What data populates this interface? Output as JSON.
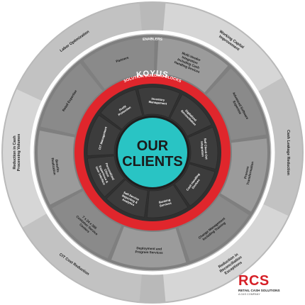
{
  "center": {
    "line1": "OUR",
    "line2": "CLIENTS"
  },
  "koyus_label": "KOYUS",
  "solution_label": "SOLUTION BUILDING BLOCKS",
  "enablers_label": "ENABLERS",
  "solution_blocks": [
    "Inventory Management",
    "Digitalized Reconciliation",
    "Self Check-Out Integration",
    "Cash Handling Devices",
    "Banking Services",
    "Self-Service Reporting & Analytics",
    "Personalized Client Experience & User Interface",
    "CIT Management",
    "Profit Protection"
  ],
  "enablers": [
    "Partners",
    "Multi-Vendor Integration Including Cash Handling Devices",
    "Advanced Software Expertise",
    "Process Transformation",
    "Change Management Including Training",
    "Deployment and Program Services",
    "7 x 24 x 365 Customer Service Centers",
    "Benefits Realization",
    "Retail Expertise"
  ],
  "outcomes": [
    "Working Capital Improvement",
    "Cash Leakage Reduction",
    "Reduction in Reconciliation Exceptions",
    "CIT Cost Reduction",
    "Reduction in Cash Processing Volumes",
    "Labor Optimization"
  ],
  "logo": {
    "mark": "RCS",
    "line1": "RETAIL CASH SOLUTIONS",
    "line2": "A G4S COMPANY"
  },
  "colors": {
    "center": "#29c4c4",
    "inner_ring": "#303030",
    "red_ring": "#e0262c",
    "enabler_ring": "#8e8e8e",
    "outcome_ring": "#cdcdcd",
    "outer_edge": "#b9b9b9"
  }
}
